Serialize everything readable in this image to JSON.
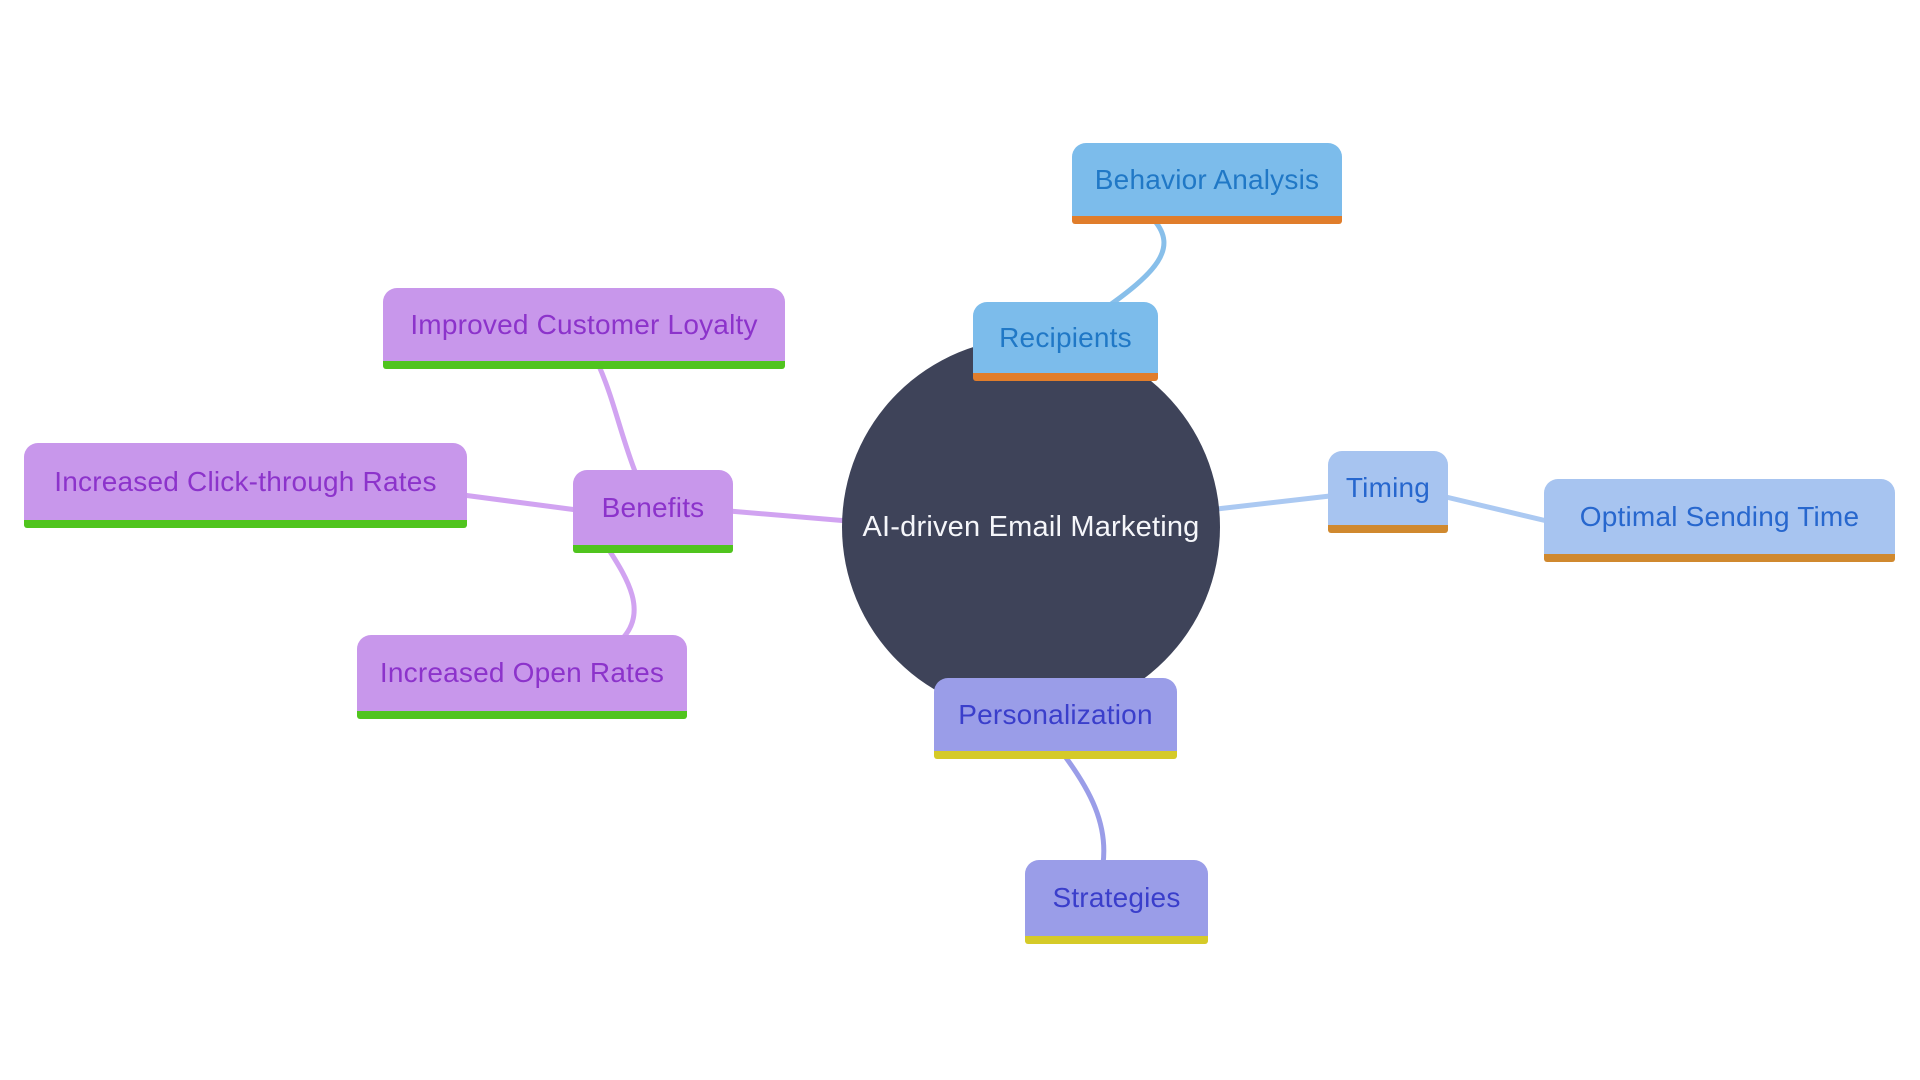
{
  "diagram": {
    "type": "mindmap",
    "background_color": "#ffffff",
    "center": {
      "id": "center",
      "label": "AI-driven Email Marketing",
      "shape": "circle",
      "fill": "#3e4359",
      "text_color": "#f5f6fa"
    },
    "nodes": {
      "recipients": {
        "label": "Recipients",
        "branch": "recipients",
        "fill": "#7cbceb",
        "text_color": "#2078c6",
        "underline_color": "#e07d2b"
      },
      "behavior_analysis": {
        "label": "Behavior Analysis",
        "branch": "recipients",
        "fill": "#7cbceb",
        "text_color": "#2078c6",
        "underline_color": "#e07d2b"
      },
      "timing": {
        "label": "Timing",
        "branch": "timing",
        "fill": "#a7c4f0",
        "text_color": "#2767ce",
        "underline_color": "#d0892f"
      },
      "optimal_sending_time": {
        "label": "Optimal Sending Time",
        "branch": "timing",
        "fill": "#a7c4f0",
        "text_color": "#2767ce",
        "underline_color": "#d0892f"
      },
      "personalization": {
        "label": "Personalization",
        "branch": "personalization",
        "fill": "#9a9de8",
        "text_color": "#3a3ecb",
        "underline_color": "#d5ca28"
      },
      "strategies": {
        "label": "Strategies",
        "branch": "personalization",
        "fill": "#9a9de8",
        "text_color": "#3a3ecb",
        "underline_color": "#d5ca28"
      },
      "benefits": {
        "label": "Benefits",
        "branch": "benefits",
        "fill": "#c897eb",
        "text_color": "#8c33cb",
        "underline_color": "#50c41e"
      },
      "improved_customer_loyalty": {
        "label": "Improved Customer Loyalty",
        "branch": "benefits",
        "fill": "#c897eb",
        "text_color": "#8c33cb",
        "underline_color": "#50c41e"
      },
      "increased_click_through_rates": {
        "label": "Increased Click-through Rates",
        "branch": "benefits",
        "fill": "#c897eb",
        "text_color": "#8c33cb",
        "underline_color": "#50c41e"
      },
      "increased_open_rates": {
        "label": "Increased Open Rates",
        "branch": "benefits",
        "fill": "#c897eb",
        "text_color": "#8c33cb",
        "underline_color": "#50c41e"
      }
    },
    "edges": [
      {
        "from": "center",
        "to": "timing",
        "color": "#abc9f2"
      },
      {
        "from": "timing",
        "to": "optimal_sending_time",
        "color": "#abc9f2"
      },
      {
        "from": "recipients",
        "to": "behavior_analysis",
        "color": "#88bfea"
      },
      {
        "from": "personalization",
        "to": "strategies",
        "color": "#9a9de8"
      },
      {
        "from": "center",
        "to": "benefits",
        "color": "#d1a3f1"
      },
      {
        "from": "benefits",
        "to": "improved_customer_loyalty",
        "color": "#d1a3f1"
      },
      {
        "from": "benefits",
        "to": "increased_click_through_rates",
        "color": "#d1a3f1"
      },
      {
        "from": "benefits",
        "to": "increased_open_rates",
        "color": "#d1a3f1"
      }
    ]
  }
}
